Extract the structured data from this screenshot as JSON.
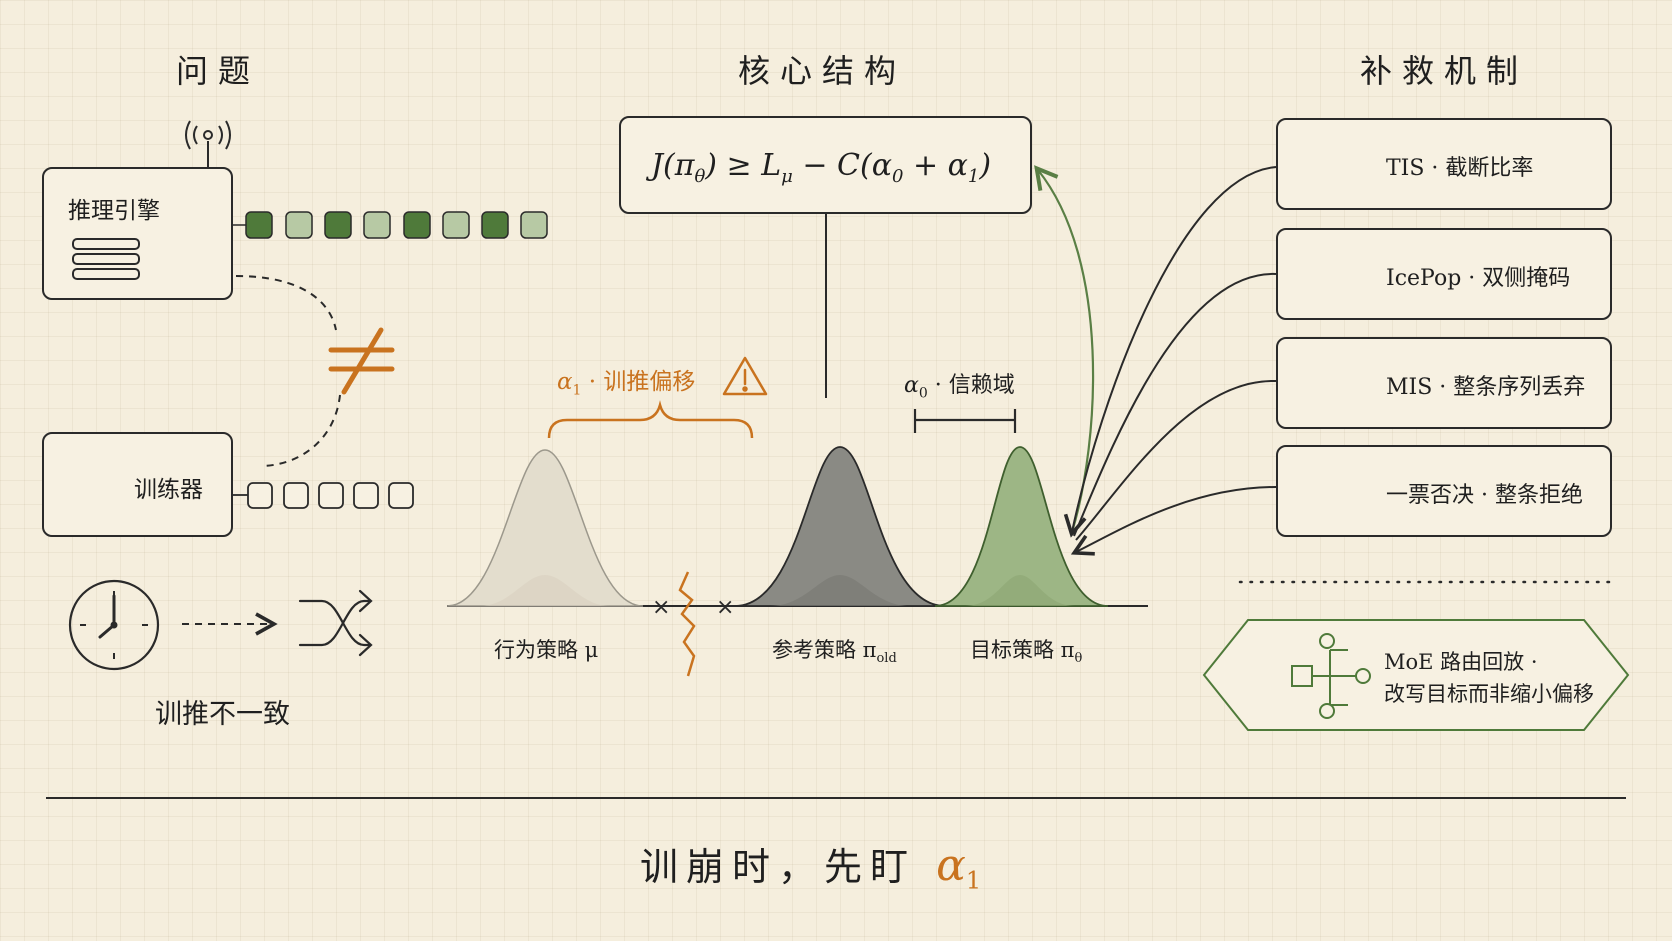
{
  "titles": {
    "problem": "问题",
    "core": "核心结构",
    "remedy": "补救机制"
  },
  "problem": {
    "inference_engine": "推理引擎",
    "trainer": "训练器",
    "mismatch_label": "训推不一致"
  },
  "core": {
    "formula": {
      "lhs": "J(π",
      "lhs_sub": "θ",
      "mid": ") ≥ L",
      "mid_sub": "μ",
      "rhs": " − C(α",
      "rhs_sub0": "0",
      "plus": " + α",
      "rhs_sub1": "1",
      "close": ")"
    },
    "alpha1_label": "α",
    "alpha1_sub": "1",
    "alpha1_text": " · 训推偏移",
    "alpha0_label": "α",
    "alpha0_sub": "0",
    "alpha0_text": " · 信赖域",
    "behavior_policy": "行为策略 μ",
    "reference_policy": "参考策略 π",
    "reference_sub": "old",
    "target_policy": "目标策略 π",
    "target_sub": "θ"
  },
  "remedies": [
    {
      "label": "TIS · 截断比率",
      "icon": "scissors-icon"
    },
    {
      "label": "IcePop · 双侧掩码",
      "icon": "mask-icon"
    },
    {
      "label": "MIS · 整条序列丢弃",
      "icon": "film-cross-icon"
    },
    {
      "label": "一票否决 · 整条拒绝",
      "icon": "gavel-icon"
    }
  ],
  "moe": {
    "line1": "MoE 路由回放 ·",
    "line2": "改写目标而非缩小偏移",
    "icon": "routing-tree-icon"
  },
  "footer": {
    "text": "训崩时，先盯 ",
    "alpha": "α",
    "alpha_sub": "1"
  },
  "colors": {
    "orange": "#c9731f",
    "green_dark": "#4f7a3a",
    "green_light": "#b7c9a4",
    "gray_dark": "#8a8a84",
    "ink": "#2a2a2a"
  }
}
